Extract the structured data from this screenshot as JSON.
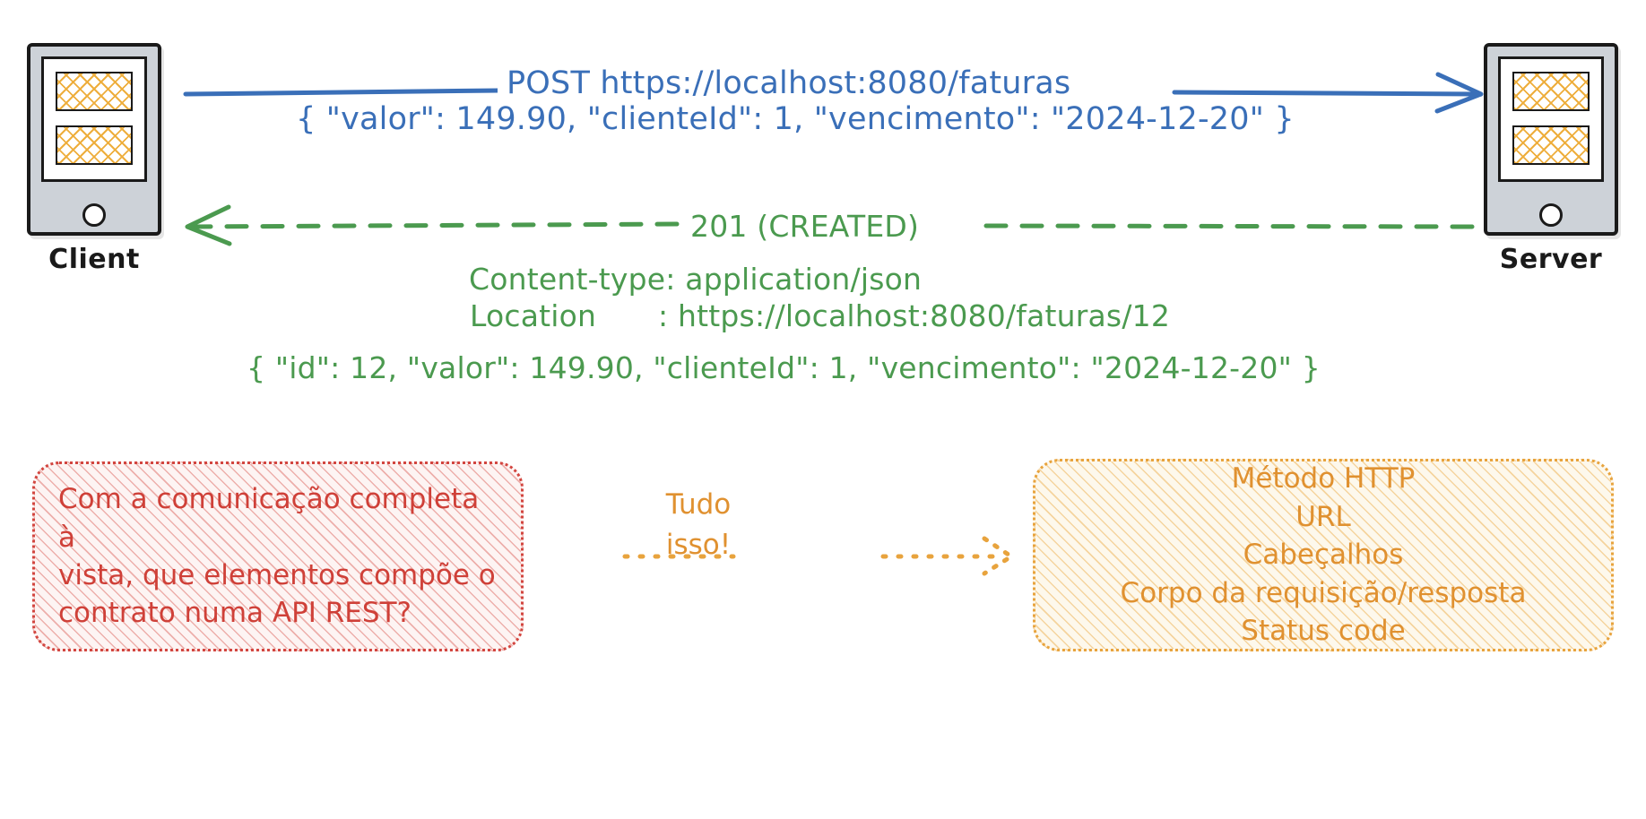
{
  "diagram": {
    "title": "HTTP request/response contract diagram",
    "colors": {
      "request": "#3a6fb8",
      "response": "#4b9a4f",
      "question": "#cf4038",
      "answer": "#e09130",
      "device_body": "#cdd2d8",
      "outline": "#1a1a1a"
    }
  },
  "nodes": {
    "client": {
      "label": "Client"
    },
    "server": {
      "label": "Server"
    }
  },
  "request": {
    "line1": "POST https://localhost:8080/faturas",
    "line2": "{ \"valor\": 149.90, \"clienteId\": 1, \"vencimento\": \"2024-12-20\" }",
    "method": "POST",
    "url": "https://localhost:8080/faturas",
    "direction": "client-to-server",
    "arrow_style": "solid"
  },
  "response": {
    "status": "201 (CREATED)",
    "header1": "Content-type: application/json",
    "header2_key": "Location",
    "header2_sep": ": ",
    "header2_value": "https://localhost:8080/faturas/12",
    "body": "{ \"id\": 12, \"valor\": 149.90, \"clienteId\": 1, \"vencimento\": \"2024-12-20\" }",
    "direction": "server-to-client",
    "arrow_style": "dashed"
  },
  "question_box": {
    "text": "Com a comunicação completa à\nvista, que elementos compõe o\ncontrato numa API REST?"
  },
  "connector": {
    "label": "Tudo\nisso!"
  },
  "answer_box": {
    "text": "Método HTTP\nURL\nCabeçalhos\nCorpo da requisição/resposta\nStatus code",
    "items": [
      "Método HTTP",
      "URL",
      "Cabeçalhos",
      "Corpo da requisição/resposta",
      "Status code"
    ]
  }
}
